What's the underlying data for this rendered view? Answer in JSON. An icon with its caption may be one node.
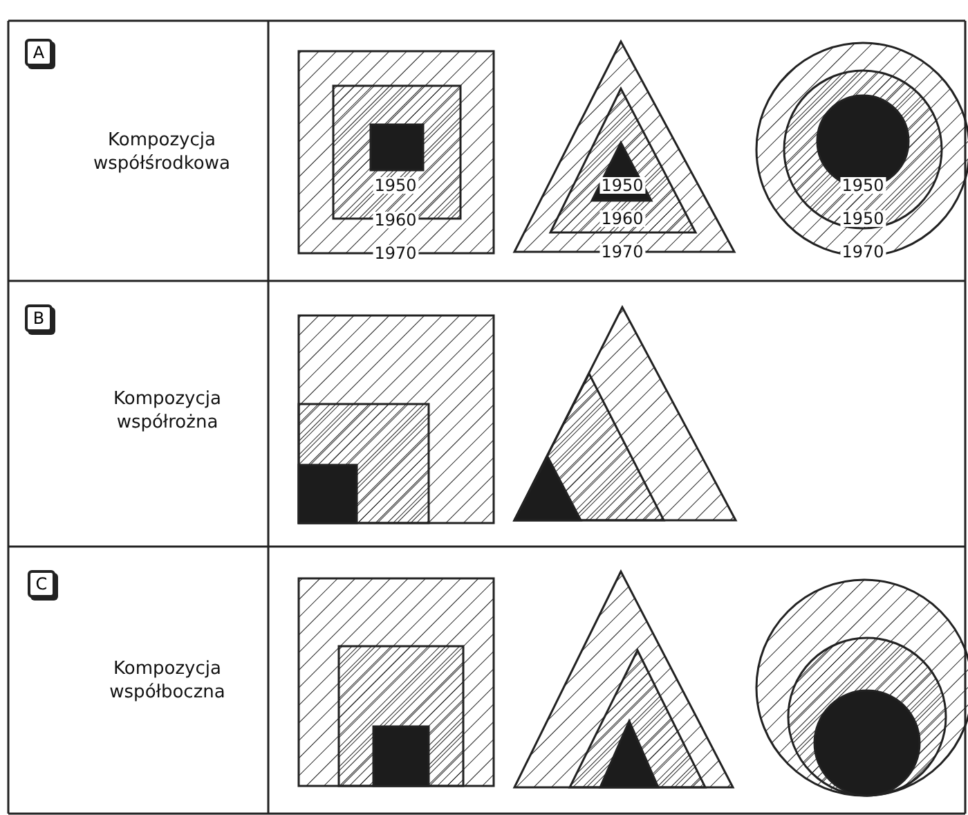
{
  "diagram": {
    "nodes": [
      {
        "text": [
          "A"
        ]
      },
      {
        "text": [
          "B"
        ]
      },
      {
        "text": [
          "C"
        ]
      }
    ],
    "labels": [
      "Kompozycja współśrodkowa",
      "1950",
      "1960",
      "1970",
      "1950",
      "1960",
      "1970",
      "1950",
      "1950",
      "1970",
      "Kompozycja współrożna",
      "Kompozycja współboczna"
    ]
  }
}
